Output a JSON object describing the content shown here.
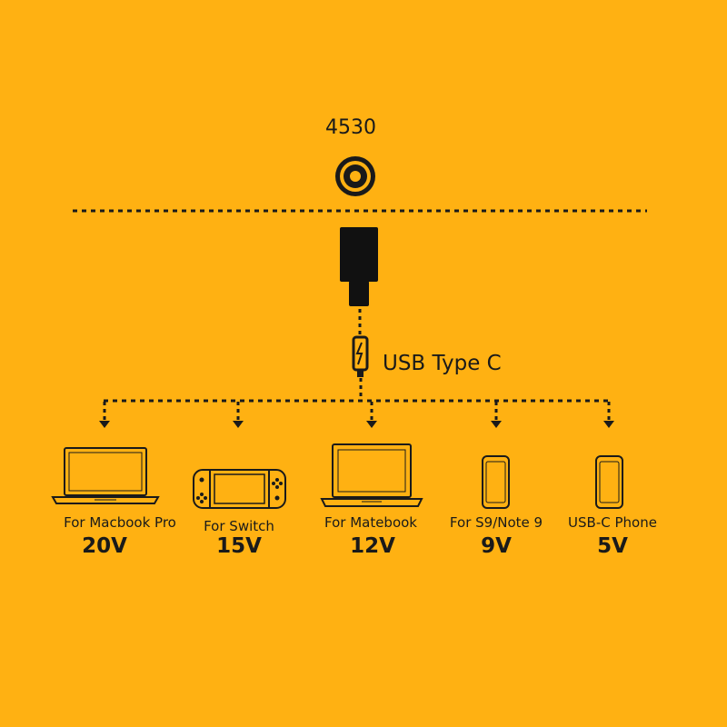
{
  "colors": {
    "background": "#ffb112",
    "ink": "#1a1a1a"
  },
  "connector": {
    "model": "4530",
    "icon": "round-dc-tip-icon"
  },
  "cable": {
    "label": "USB Type C",
    "icon": "usb-c-plug-icon",
    "adapter_icon": "adapter-plug-icon"
  },
  "devices": [
    {
      "label": "For Macbook Pro",
      "voltage": "20V",
      "icon": "laptop-icon"
    },
    {
      "label": "For Switch",
      "voltage": "15V",
      "icon": "game-console-icon"
    },
    {
      "label": "For Matebook",
      "voltage": "12V",
      "icon": "laptop-icon"
    },
    {
      "label": "For S9/Note 9",
      "voltage": "9V",
      "icon": "phone-icon"
    },
    {
      "label": "USB-C Phone",
      "voltage": "5V",
      "icon": "phone-icon"
    }
  ]
}
